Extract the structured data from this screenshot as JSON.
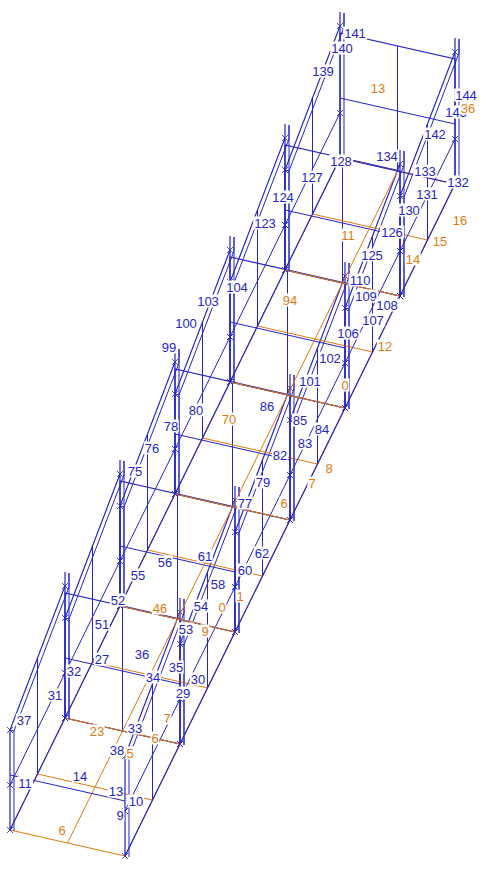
{
  "diagram": {
    "labels": [
      "141",
      "140",
      "139",
      "128",
      "127",
      "124",
      "123",
      "104",
      "103",
      "100",
      "99",
      "80",
      "78",
      "76",
      "75",
      "56",
      "55",
      "52",
      "51",
      "27",
      "32",
      "31",
      "37",
      "11",
      "14",
      "144",
      "143",
      "142",
      "134",
      "133",
      "132",
      "131",
      "130",
      "126",
      "125",
      "110",
      "109",
      "108",
      "107",
      "106",
      "102",
      "101",
      "86",
      "85",
      "84",
      "83",
      "82",
      "79",
      "77",
      "62",
      "61",
      "60",
      "58",
      "54",
      "53",
      "36",
      "35",
      "34",
      "30",
      "29",
      "33",
      "38",
      "13",
      "10",
      "9",
      "13",
      "36",
      "16",
      "15",
      "14",
      "11",
      "94",
      "12",
      "0",
      "70",
      "8",
      "7",
      "6",
      "46",
      "1",
      "0",
      "9",
      "7",
      "6",
      "5",
      "23",
      "6"
    ]
  }
}
